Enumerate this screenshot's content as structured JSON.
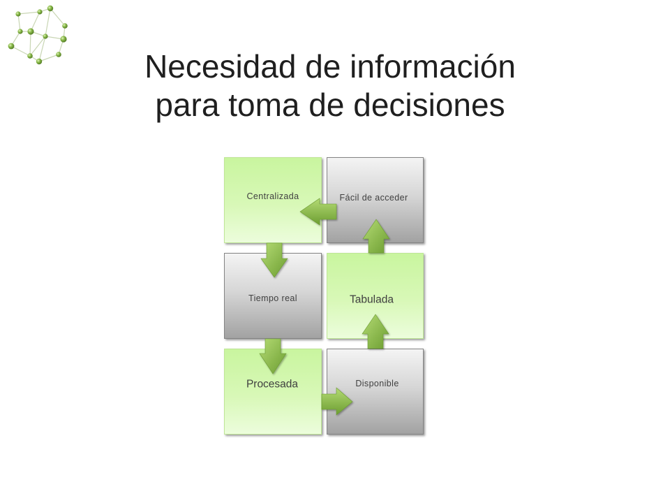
{
  "slide": {
    "title": {
      "line1": "Necesidad de información",
      "line2": "para toma de decisiones"
    }
  },
  "logo": {
    "icon": "network-graph-icon"
  },
  "diagram": {
    "steps": [
      {
        "label": "Centralizada",
        "tone": "green"
      },
      {
        "label": "Tiempo real",
        "tone": "gray"
      },
      {
        "label": "Procesada",
        "tone": "green"
      },
      {
        "label": "Disponible",
        "tone": "gray"
      },
      {
        "label": "Tabulada",
        "tone": "green"
      },
      {
        "label": "Fácil de acceder",
        "tone": "gray"
      }
    ]
  },
  "colors": {
    "title_text": "#1f1f1f",
    "box_text": "#404040",
    "green_box_top": "#c9f59f",
    "green_box_bottom": "#ecfddc",
    "green_box_border": "#bfe696",
    "gray_box_top": "#f4f4f4",
    "gray_box_bottom": "#a2a2a2",
    "gray_box_border": "#848484",
    "arrow_light": "#b4db74",
    "arrow_dark": "#6c9d31",
    "logo_node": "#8dbd4c",
    "logo_link": "#c9d6b4"
  }
}
